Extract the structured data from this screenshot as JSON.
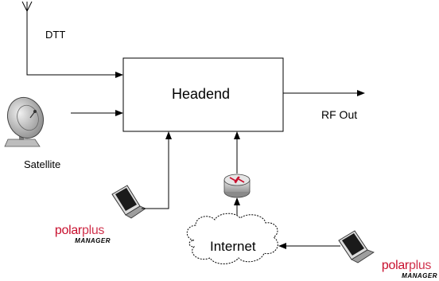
{
  "nodes": {
    "headend": "Headend",
    "internet": "Internet"
  },
  "labels": {
    "dtt": "DTT",
    "satellite": "Satellite",
    "rf_out": "RF Out"
  },
  "brand": {
    "left": {
      "polar": "polar",
      "plus": "plus",
      "manager": "MANAGER"
    },
    "right": {
      "polar": "polar",
      "plus": "plus",
      "manager": "MANAGER"
    }
  },
  "icons": [
    "antenna-icon",
    "satellite-dish-icon",
    "laptop-icon",
    "router-icon",
    "laptop-icon",
    "cloud-icon"
  ],
  "colors": {
    "brand_red": "#c8102e",
    "line": "#000000"
  }
}
